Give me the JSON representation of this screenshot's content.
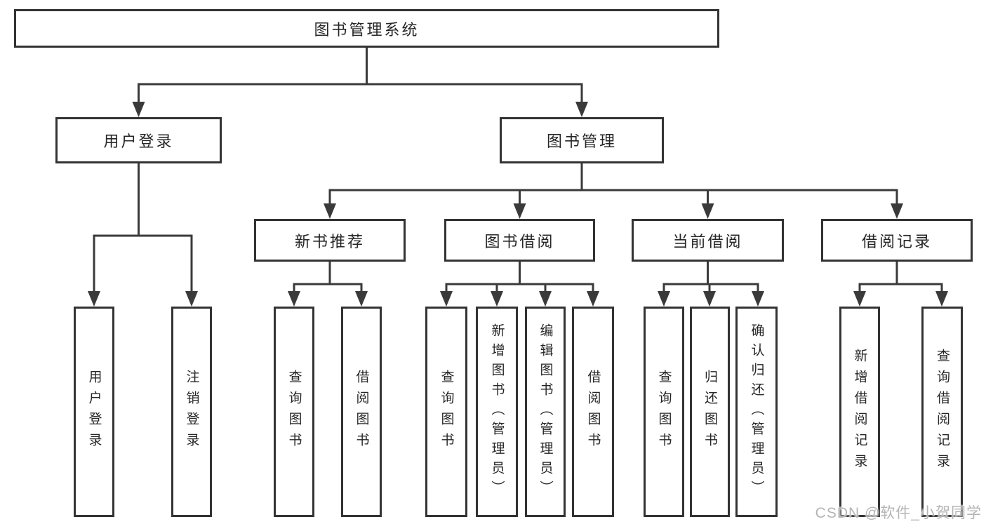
{
  "diagram": {
    "tree": {
      "label": "图书管理系统",
      "children": [
        {
          "label": "用户登录",
          "children": [
            {
              "label": "用户登录"
            },
            {
              "label": "注销登录"
            }
          ]
        },
        {
          "label": "图书管理",
          "children": [
            {
              "label": "新书推荐",
              "children": [
                {
                  "label": "查询图书"
                },
                {
                  "label": "借阅图书"
                }
              ]
            },
            {
              "label": "图书借阅",
              "children": [
                {
                  "label": "查询图书"
                },
                {
                  "label": "新增图书（管理员）"
                },
                {
                  "label": "编辑图书（管理员）"
                },
                {
                  "label": "借阅图书"
                }
              ]
            },
            {
              "label": "当前借阅",
              "children": [
                {
                  "label": "查询图书"
                },
                {
                  "label": "归还图书"
                },
                {
                  "label": "确认归还（管理员）"
                }
              ]
            },
            {
              "label": "借阅记录",
              "children": [
                {
                  "label": "新增借阅记录"
                },
                {
                  "label": "查询借阅记录"
                }
              ]
            }
          ]
        }
      ]
    }
  },
  "watermark": {
    "text": "CSDN @软件_小贺同学",
    "color": "#b5b5b5"
  },
  "style": {
    "line_color": "#3a3a3a",
    "border_color": "#333333",
    "text_color": "#262626",
    "background": "#ffffff"
  }
}
